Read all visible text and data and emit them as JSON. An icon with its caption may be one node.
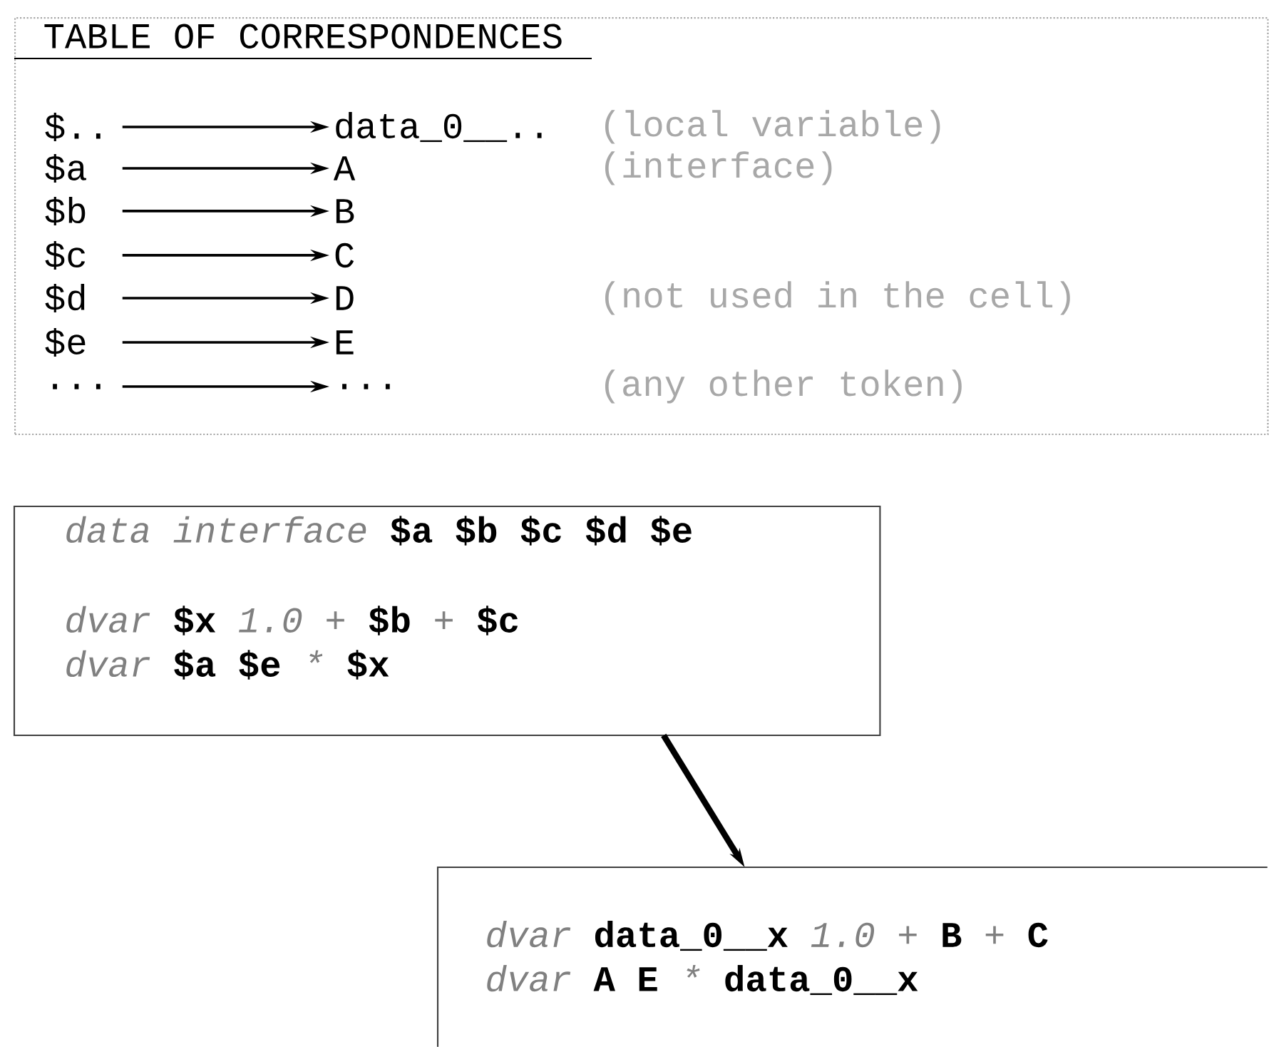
{
  "diagram": {
    "nodes": [
      {
        "text": [
          "TABLE OF CORRESPONDENCES"
        ]
      },
      {
        "text": [
          "$.."
        ],
        "in": 0
      },
      {
        "text": [
          "data_0__.."
        ],
        "in": 0,
        "beside": [
          "(local variable)"
        ]
      },
      {
        "text": [
          "$a"
        ],
        "in": 0
      },
      {
        "text": [
          "A"
        ],
        "in": 0,
        "beside": [
          "(interface)"
        ]
      },
      {
        "text": [
          "$b"
        ],
        "in": 0
      },
      {
        "text": [
          "B"
        ],
        "in": 0
      },
      {
        "text": [
          "$c"
        ],
        "in": 0
      },
      {
        "text": [
          "C"
        ],
        "in": 0
      },
      {
        "text": [
          "$d"
        ],
        "in": 0
      },
      {
        "text": [
          "D"
        ],
        "in": 0,
        "beside": [
          "(not used in the cell)"
        ]
      },
      {
        "text": [
          "$e"
        ],
        "in": 0
      },
      {
        "text": [
          "E"
        ],
        "in": 0
      },
      {
        "text": [
          "..."
        ],
        "in": 0
      },
      {
        "text": [
          "..."
        ],
        "in": 0,
        "beside": [
          "(any other token)"
        ]
      },
      {
        "text": [
          "data interface **$a $b $c $d $e**",
          "dvar **$x** 1.0 + **$b** + **$c**",
          "dvar **$a** **$e** * **$x**"
        ]
      },
      {
        "text": [
          "dvar **data_0__x** 1.0 + **B** + **C**",
          "dvar **A** **E** * **data_0__x**"
        ]
      }
    ],
    "edges": [
      {
        "from": 1,
        "to": 2,
        "arrow": "to"
      },
      {
        "from": 3,
        "to": 4,
        "arrow": "to"
      },
      {
        "from": 5,
        "to": 6,
        "arrow": "to"
      },
      {
        "from": 7,
        "to": 8,
        "arrow": "to"
      },
      {
        "from": 9,
        "to": 10,
        "arrow": "to"
      },
      {
        "from": 11,
        "to": 12,
        "arrow": "to"
      },
      {
        "from": 13,
        "to": 14,
        "arrow": "to"
      },
      {
        "from": 15,
        "to": 16,
        "arrow": "to",
        "style": "thick"
      }
    ]
  }
}
